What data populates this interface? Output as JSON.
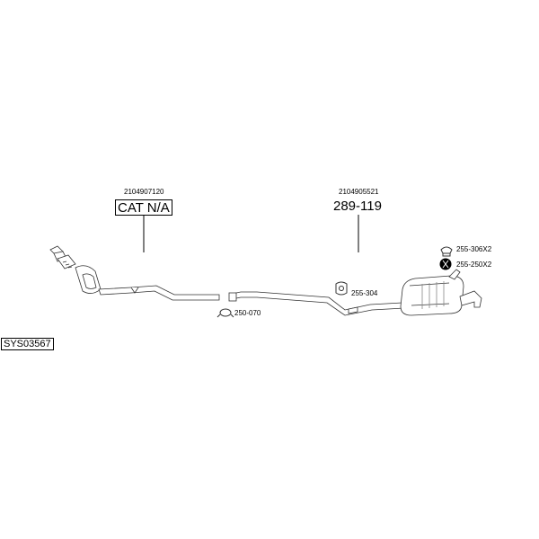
{
  "parts": {
    "catalyst": {
      "oe_number": "2104907120",
      "code": "CAT N/A"
    },
    "rear_silencer": {
      "oe_number": "2104905521",
      "code": "289-119"
    },
    "clamp": {
      "code": "250-070"
    },
    "rubber_mount": {
      "code": "255-304"
    },
    "hanger_rubber": {
      "code": "255-306X2"
    },
    "bolt": {
      "code": "255-250X2"
    }
  },
  "system_id": "SYS03567",
  "icons": {
    "clamp": "clamp-icon",
    "rubber_mount": "rubber-mount-icon",
    "hanger_rubber": "hanger-rubber-icon",
    "bolt": "bolt-icon"
  }
}
